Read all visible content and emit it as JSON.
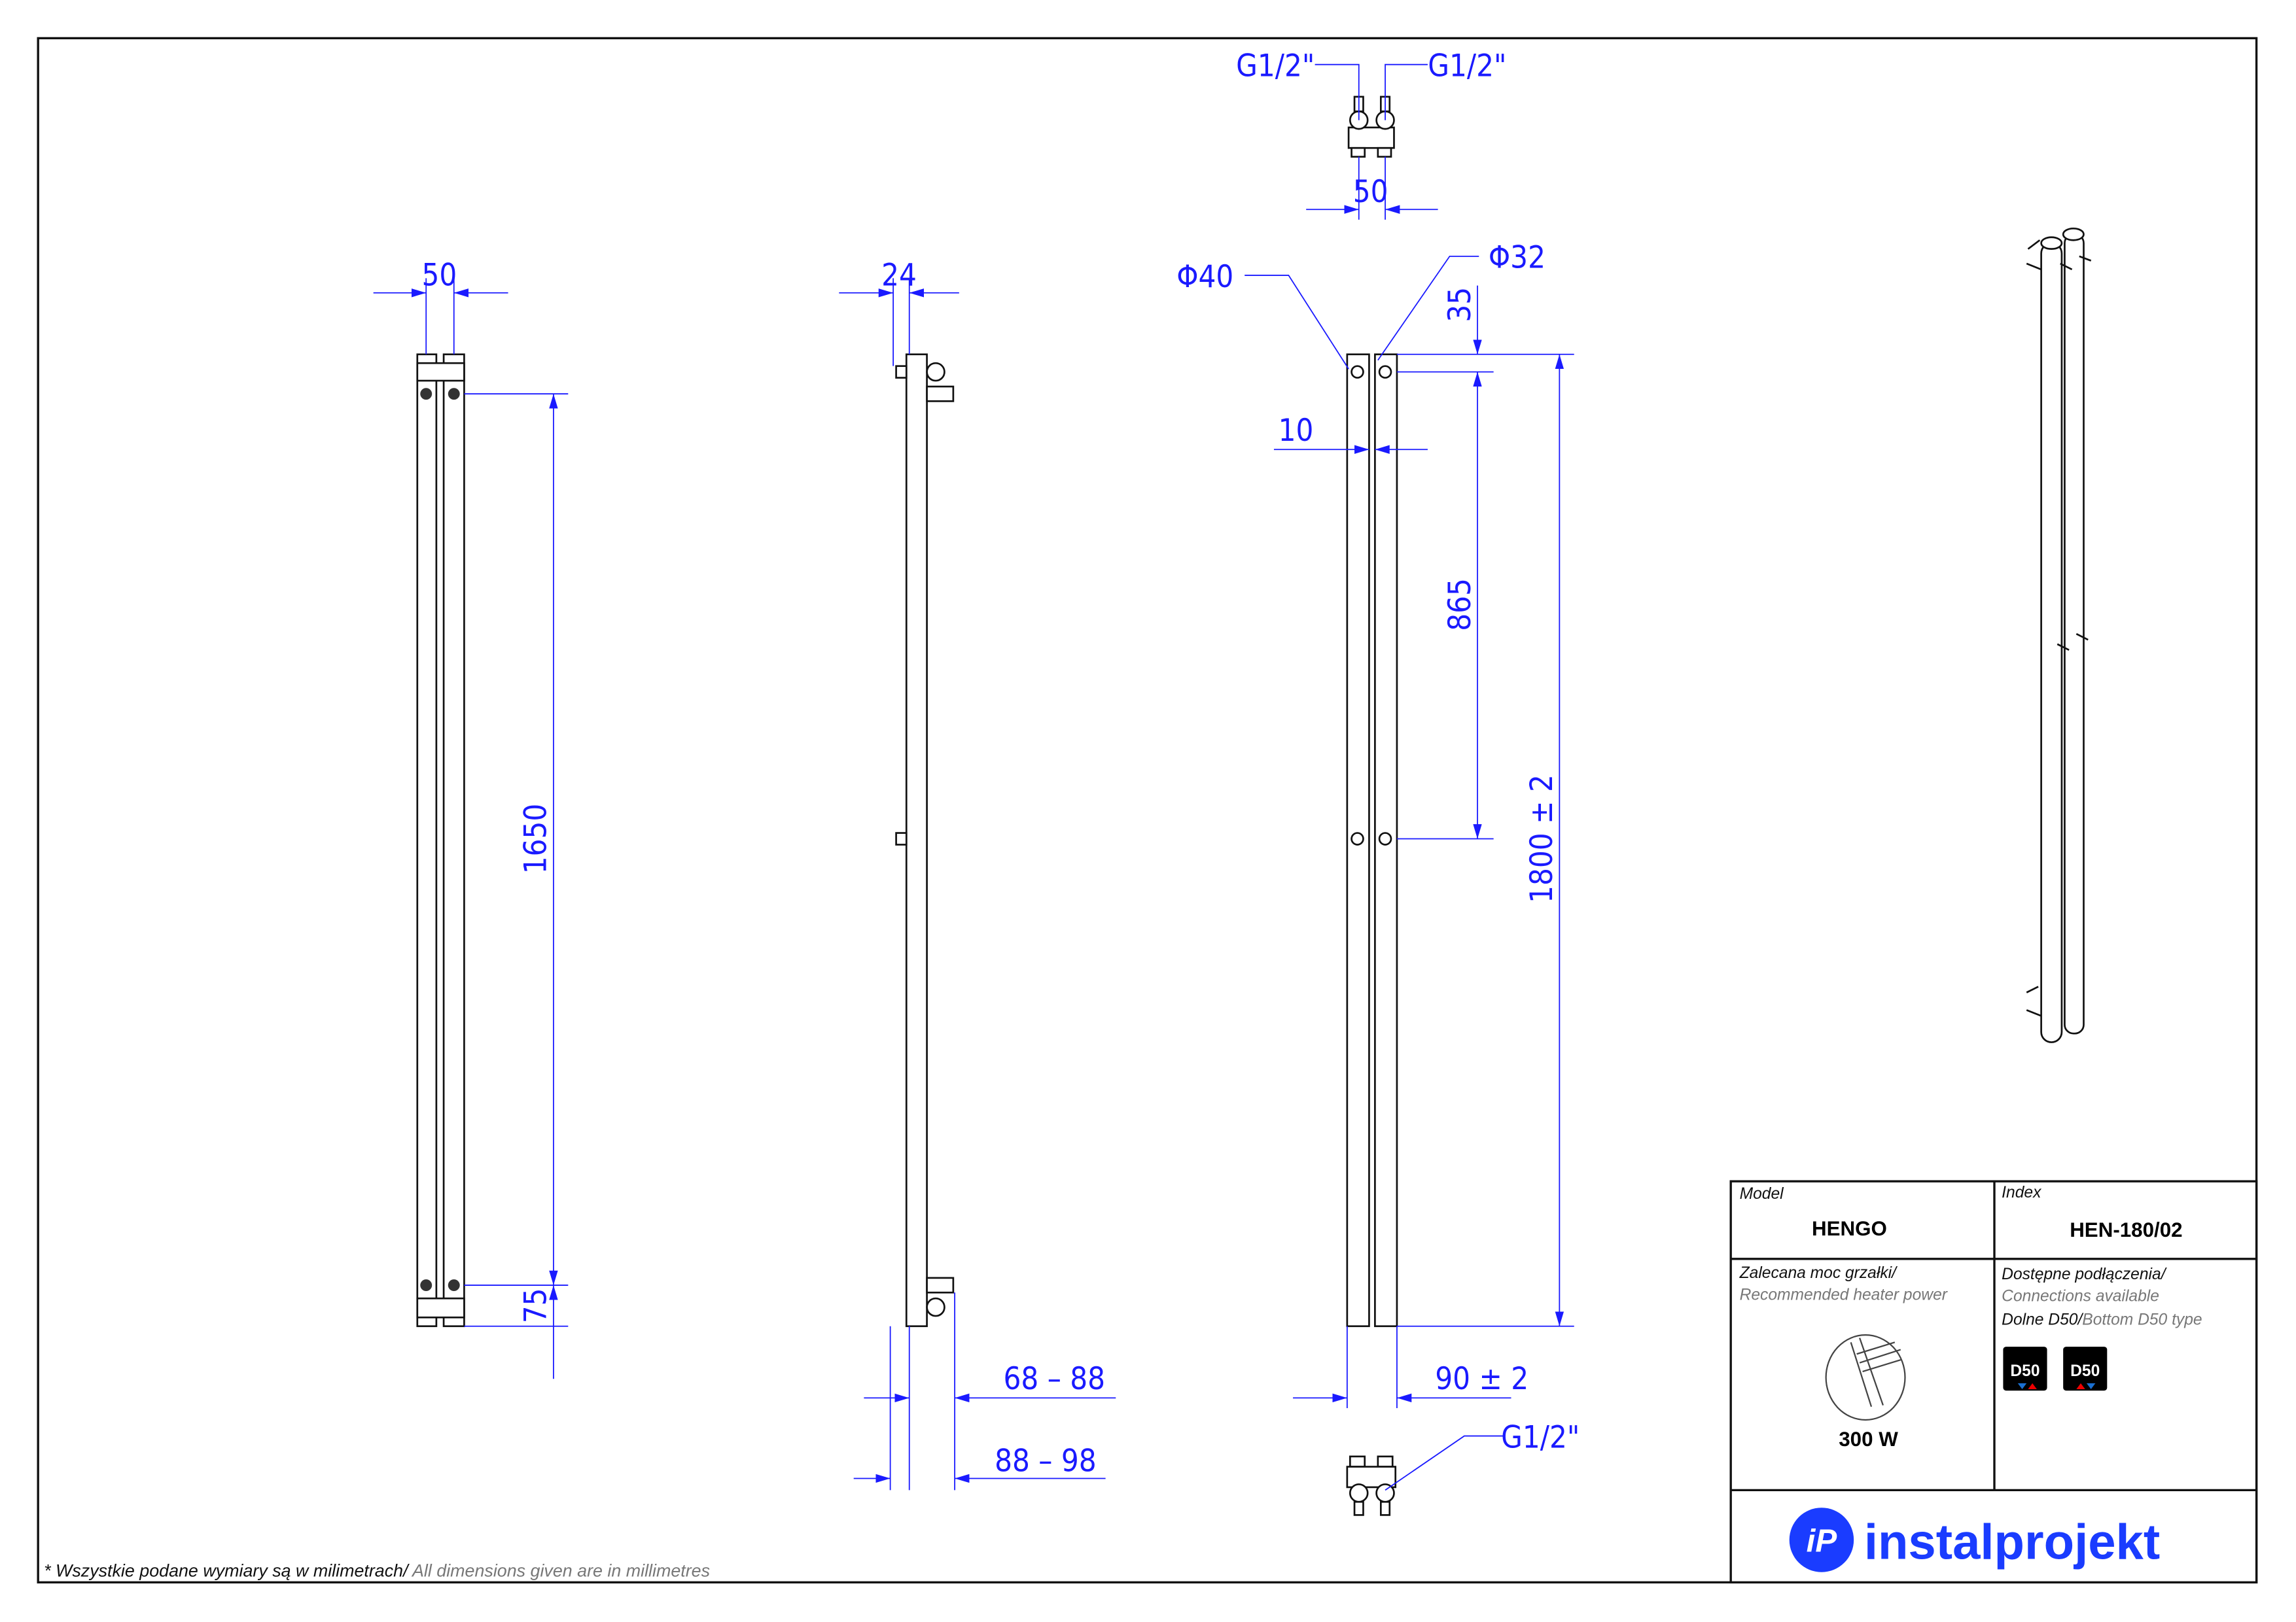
{
  "dimensions": {
    "front_width": "50",
    "front_height": "1650",
    "front_bottom": "75",
    "side_depth": "24",
    "side_range1": "68 – 88",
    "side_range2": "88 – 98",
    "diam_large": "Φ40",
    "diam_small": "Φ32",
    "top_offset": "35",
    "mid_spacing": "865",
    "total_height": "1800  ± 2",
    "gap": "10",
    "bottom_spacing": "90  ± 2",
    "conn_top_left": "G1/2\"",
    "conn_top_right": "G1/2\"",
    "conn_top_spacing": "50",
    "conn_bottom": "G1/2\""
  },
  "title_block": {
    "model_label": "Model",
    "model_value": "HENGO",
    "index_label": "Index",
    "index_value": "HEN-180/02",
    "power_label_pl": "Zalecana moc grzałki/",
    "power_label_en": "Recommended heater power",
    "power_value": "300 W",
    "conn_label_pl": "Dostępne podłączenia/",
    "conn_label_en": "Connections available",
    "conn_type_pl": "Dolne D50/",
    "conn_type_en": "Bottom D50 type",
    "badges": [
      "D50",
      "D50"
    ],
    "brand": "instalprojekt"
  },
  "footnote": {
    "pl": "* Wszystkie podane wymiary są w milimetrach/",
    "en": " All dimensions given are in millimetres"
  },
  "colors": {
    "dimension": "#1a1aff",
    "brand": "#1a3cff"
  }
}
